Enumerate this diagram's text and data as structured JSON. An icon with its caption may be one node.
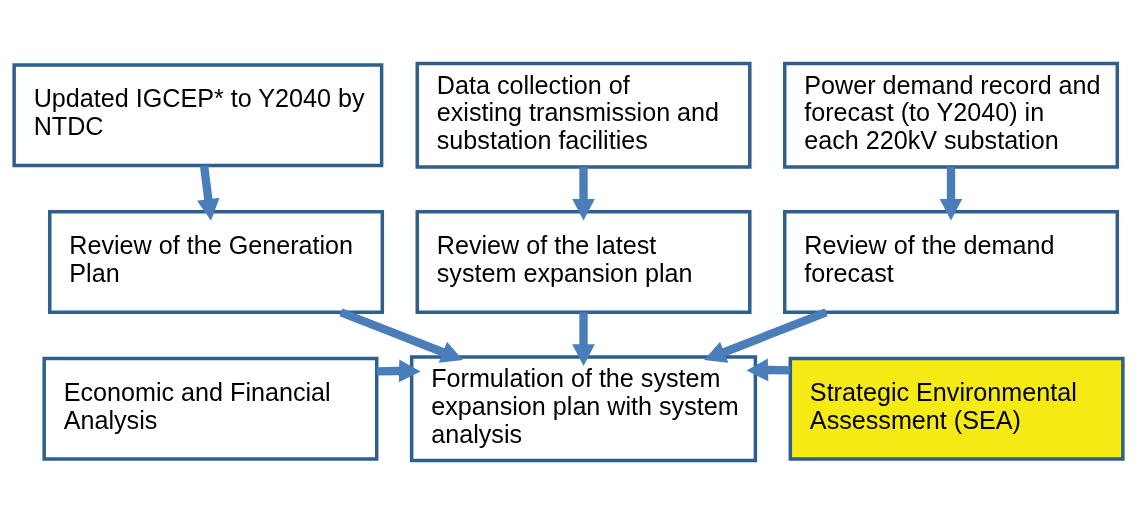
{
  "diagram": {
    "nodes": [
      {
        "text": [
          "Updated IGCEP* to Y2040 by NTDC"
        ]
      },
      {
        "text": [
          "Data collection of existing transmission and substation facilities"
        ]
      },
      {
        "text": [
          "Power demand record and forecast (to Y2040) in each 220kV substation"
        ]
      },
      {
        "text": [
          "Review of the Generation Plan"
        ]
      },
      {
        "text": [
          "Review of the latest system expansion plan"
        ]
      },
      {
        "text": [
          "Review of the demand forecast"
        ]
      },
      {
        "text": [
          "Economic and Financial Analysis"
        ]
      },
      {
        "text": [
          "Formulation of the system expansion plan with system analysis"
        ]
      },
      {
        "text": [
          "Strategic Environmental Assessment (SEA)"
        ]
      }
    ],
    "edges": [
      {
        "from": 0,
        "to": 3,
        "arrow": "to"
      },
      {
        "from": 1,
        "to": 4,
        "arrow": "to"
      },
      {
        "from": 2,
        "to": 5,
        "arrow": "to"
      },
      {
        "from": 3,
        "to": 7,
        "arrow": "to"
      },
      {
        "from": 4,
        "to": 7,
        "arrow": "to"
      },
      {
        "from": 5,
        "to": 7,
        "arrow": "to"
      },
      {
        "from": 6,
        "to": 7,
        "arrow": "to"
      },
      {
        "from": 8,
        "to": 7,
        "arrow": "to"
      }
    ]
  }
}
